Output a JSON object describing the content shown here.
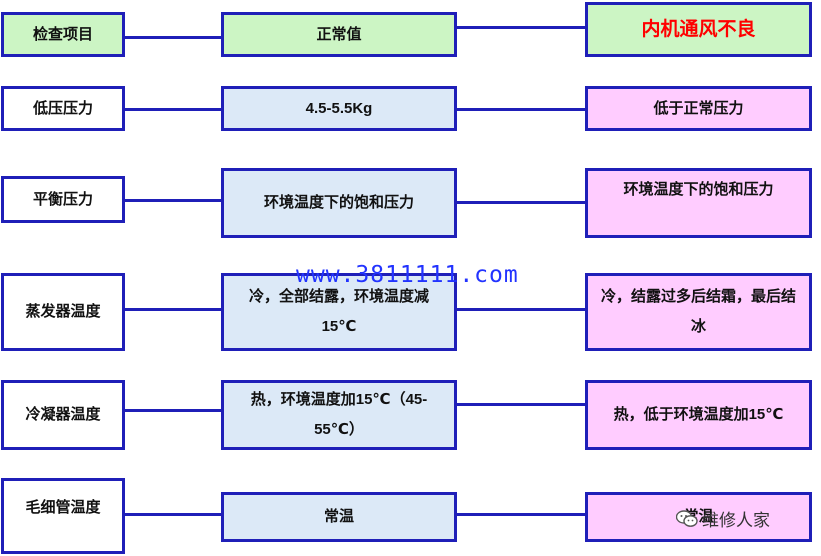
{
  "rows": [
    {
      "item": "检查项目",
      "normal": "正常值",
      "fault": "内机通风不良"
    },
    {
      "item": "低压压力",
      "normal": "4.5-5.5Kg",
      "fault": "低于正常压力"
    },
    {
      "item": "平衡压力",
      "normal": "环境温度下的饱和压力",
      "fault": "环境温度下的饱和压力"
    },
    {
      "item": "蒸发器温度",
      "normal": "冷，全部结露，环境温度减15℃",
      "fault": "冷，结露过多后结霜，最后结冰"
    },
    {
      "item": "冷凝器温度",
      "normal": "热，环境温度加15℃（45-55℃）",
      "fault": "热，低于环境温度加15℃"
    },
    {
      "item": "毛细管温度",
      "normal": "常温",
      "fault": "常温"
    }
  ],
  "watermark": "www.3811111.com",
  "wechat_label": "维修人家",
  "colors": {
    "border": "#1f1fb8",
    "header": "#ccf5c4",
    "normal": "#dce9f7",
    "fault": "#ffccff",
    "title_red": "#ff0000"
  }
}
